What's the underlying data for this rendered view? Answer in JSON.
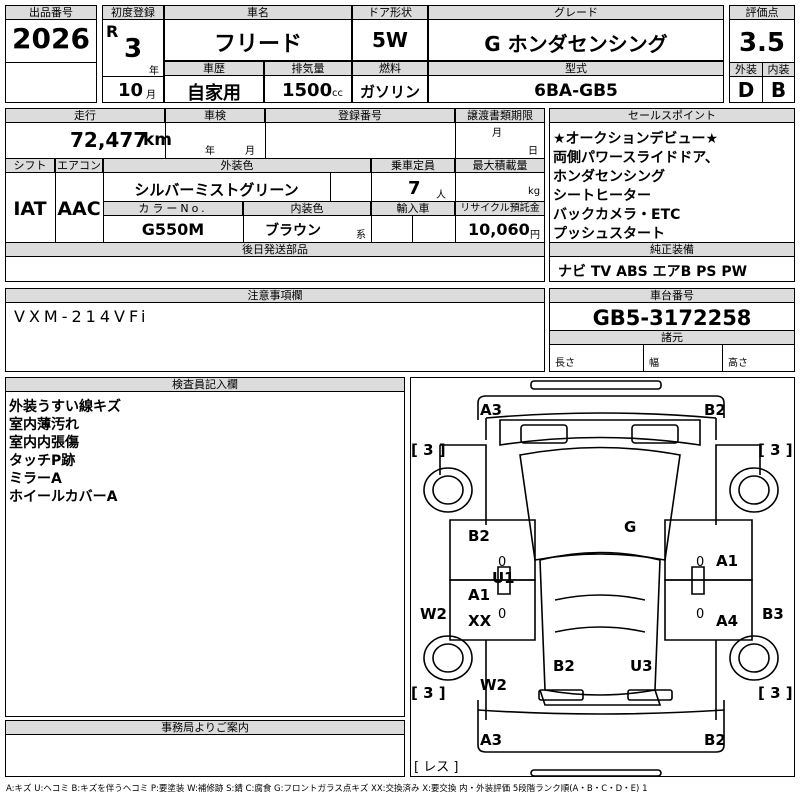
{
  "header": {
    "lot_label": "出品番号",
    "lot_value": "2026",
    "first_reg_label": "初度登録",
    "era": "R",
    "year_num": "3",
    "year_unit": "年",
    "month_num": "10",
    "month_unit": "月",
    "car_name_label": "車名",
    "car_name": "フリード",
    "door_label": "ドア形状",
    "door_value": "5W",
    "grade_label": "グレード",
    "grade_value": "G ホンダセンシング",
    "score_label": "評価点",
    "score_value": "3.5",
    "history_label": "車歴",
    "history_value": "自家用",
    "displacement_label": "排気量",
    "displacement_value": "1500",
    "displacement_unit": "cc",
    "fuel_label": "燃料",
    "fuel_value": "ガソリン",
    "model_label": "型式",
    "model_value": "6BA-GB5",
    "ext_label": "外装",
    "ext_value": "D",
    "int_label": "内装",
    "int_value": "B"
  },
  "row2": {
    "mileage_label": "走行",
    "mileage_value": "72,477",
    "mileage_unit": "km",
    "inspection_label": "車検",
    "inspection_year": "年",
    "inspection_month": "月",
    "regno_label": "登録番号",
    "transfer_label": "譲渡書類期限",
    "transfer_month": "月",
    "transfer_day": "日",
    "shift_label": "シフト",
    "shift_value": "IAT",
    "ac_label": "エアコン",
    "ac_value": "AAC",
    "ext_color_label": "外装色",
    "ext_color_value": "シルバーミストグリーン",
    "capacity_label": "乗車定員",
    "capacity_value": "7",
    "capacity_unit": "人",
    "load_label": "最大積載量",
    "load_unit": "kg",
    "color_no_label": "カラーNo.",
    "color_no_value": "G550M",
    "int_color_label": "内装色",
    "int_color_value": "ブラウン",
    "int_color_unit": "系",
    "import_label": "輸入車",
    "recycle_label": "リサイクル預託金",
    "recycle_value": "10,060",
    "recycle_unit": "円",
    "later_parts_label": "後日発送部品"
  },
  "sales_points": {
    "label": "セールスポイント",
    "lines": [
      "★オークションデビュー★",
      "両側パワースライドドア、",
      "ホンダセンシング",
      "シートヒーター",
      "バックカメラ・ETC",
      "プッシュスタート"
    ]
  },
  "equipment": {
    "label": "純正装備",
    "value": "ナビ TV ABS エアB PS PW"
  },
  "notes": {
    "label": "注意事項欄",
    "value": "VXM-214VFi"
  },
  "chassis": {
    "label": "車台番号",
    "value": "GB5-3172258",
    "spec_label": "諸元",
    "length_label": "長さ",
    "width_label": "幅",
    "height_label": "高さ"
  },
  "inspector": {
    "label": "検査員記入欄",
    "lines": [
      "外装うすい線キズ",
      "室内薄汚れ",
      "室内内張傷",
      "タッチP跡",
      "ミラーA",
      "ホイールカバーA"
    ]
  },
  "office": {
    "label": "事務局よりご案内"
  },
  "diagram": {
    "marks": {
      "a3_top": "A3",
      "b2_top": "B2",
      "tire_fl": "[ 3 ]",
      "tire_fr": "[ 3 ]",
      "tire_rl": "[ 3 ]",
      "tire_rr": "[ 3 ]",
      "g": "G",
      "b2_left": "B2",
      "u1": "U1",
      "a1_left": "A1",
      "xx": "XX",
      "w2_left": "W2",
      "a1_right": "A1",
      "a4_right": "A4",
      "b3_right": "B3",
      "b2_rear": "B2",
      "u3_rear": "U3",
      "w2_rear": "W2",
      "a3_bottom": "A3",
      "b2_bottom": "B2",
      "zero1": "0",
      "zero2": "0",
      "zero3": "0",
      "zero4": "0",
      "less": "[ レス ]"
    }
  },
  "legend": {
    "text": "A:キズ U:ヘコミ B:キズを伴うヘコミ P:要塗装 W:補修跡 S:錆 C:腐食 G:フロントガラス点キズ XX:交換済み X:要交換 内・外装評価 5段階ランク順(A・B・C・D・E) 1"
  }
}
